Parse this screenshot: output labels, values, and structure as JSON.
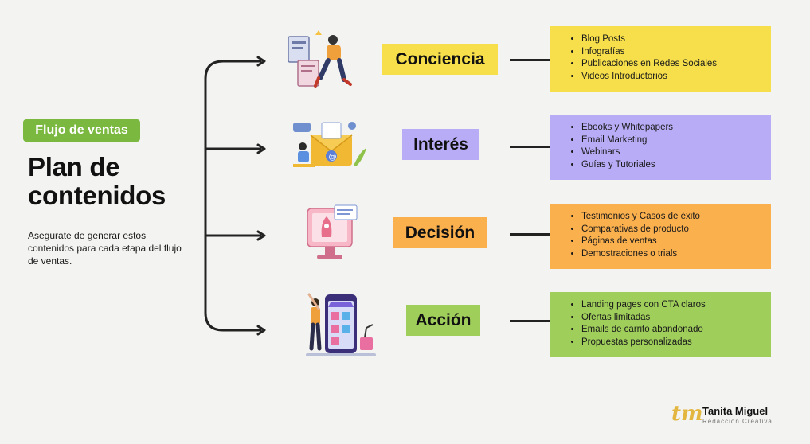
{
  "header": {
    "tag": "Flujo de ventas",
    "title": "Plan de contenidos",
    "description": "Asegurate de generar estos contenidos para cada etapa del flujo de ventas."
  },
  "stages": [
    {
      "label": "Conciencia",
      "color": "#f6df4b",
      "items": [
        "Blog Posts",
        "Infografías",
        "Publicaciones en Redes Sociales",
        "Videos Introductorios"
      ]
    },
    {
      "label": "Interés",
      "color": "#b9acf6",
      "items": [
        "Ebooks y Whitepapers",
        "Email Marketing",
        "Webinars",
        "Guías y Tutoriales"
      ]
    },
    {
      "label": "Decisión",
      "color": "#fbb04e",
      "items": [
        "Testimonios y Casos de éxito",
        "Comparativas de producto",
        "Páginas de ventas",
        "Demostraciones o trials"
      ]
    },
    {
      "label": "Acción",
      "color": "#9fce5b",
      "items": [
        "Landing pages con CTA claros",
        "Ofertas limitadas",
        "Emails de carrito abandonado",
        "Propuestas personalizadas"
      ]
    }
  ],
  "brand": {
    "logo": "tm",
    "name": "Tanita Miguel",
    "subtitle": "Redacción Creativa"
  }
}
